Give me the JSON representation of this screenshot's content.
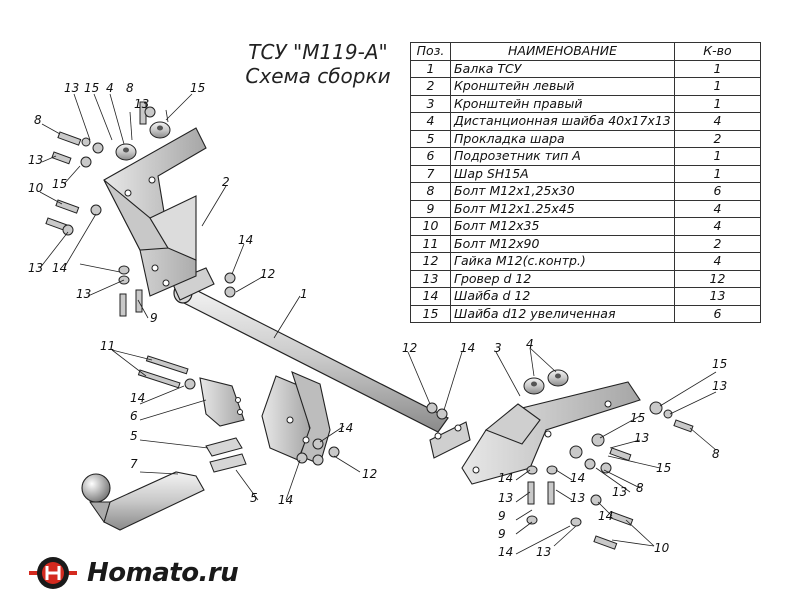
{
  "title": {
    "line1": "ТСУ \"M119-A\"",
    "line2": "Схема сборки"
  },
  "table": {
    "headers": [
      "Поз.",
      "НАИМЕНОВАНИЕ",
      "К-во"
    ],
    "rows": [
      {
        "pos": "1",
        "name": "Балка ТСУ",
        "qty": "1"
      },
      {
        "pos": "2",
        "name": "Кронштейн левый",
        "qty": "1"
      },
      {
        "pos": "3",
        "name": "Кронштейн правый",
        "qty": "1"
      },
      {
        "pos": "4",
        "name": "Дистанционная шайба 40x17x13",
        "qty": "4"
      },
      {
        "pos": "5",
        "name": "Прокладка шара",
        "qty": "2"
      },
      {
        "pos": "6",
        "name": "Подрозетник тип А",
        "qty": "1"
      },
      {
        "pos": "7",
        "name": "Шар SH15A",
        "qty": "1"
      },
      {
        "pos": "8",
        "name": "Болт M12x1,25x30",
        "qty": "6"
      },
      {
        "pos": "9",
        "name": "Болт M12x1.25x45",
        "qty": "4"
      },
      {
        "pos": "10",
        "name": "Болт M12x35",
        "qty": "4"
      },
      {
        "pos": "11",
        "name": "Болт M12x90",
        "qty": "2"
      },
      {
        "pos": "12",
        "name": "Гайка M12(с.контр.)",
        "qty": "4"
      },
      {
        "pos": "13",
        "name": "Гровер d 12",
        "qty": "12"
      },
      {
        "pos": "14",
        "name": "Шайба d 12",
        "qty": "13"
      },
      {
        "pos": "15",
        "name": "Шайба d12 увеличенная",
        "qty": "6"
      }
    ]
  },
  "callouts": {
    "n1": "1",
    "n2": "2",
    "n3": "3",
    "n4": "4",
    "n5": "5",
    "n6": "6",
    "n7": "7",
    "n8": "8",
    "n9": "9",
    "n10": "10",
    "n11": "11",
    "n12": "12",
    "n13": "13",
    "n14": "14",
    "n15": "15"
  },
  "logo": {
    "text": "Homato.ru",
    "colors": {
      "red": "#d42a1f",
      "dark": "#1a1a1a"
    }
  }
}
